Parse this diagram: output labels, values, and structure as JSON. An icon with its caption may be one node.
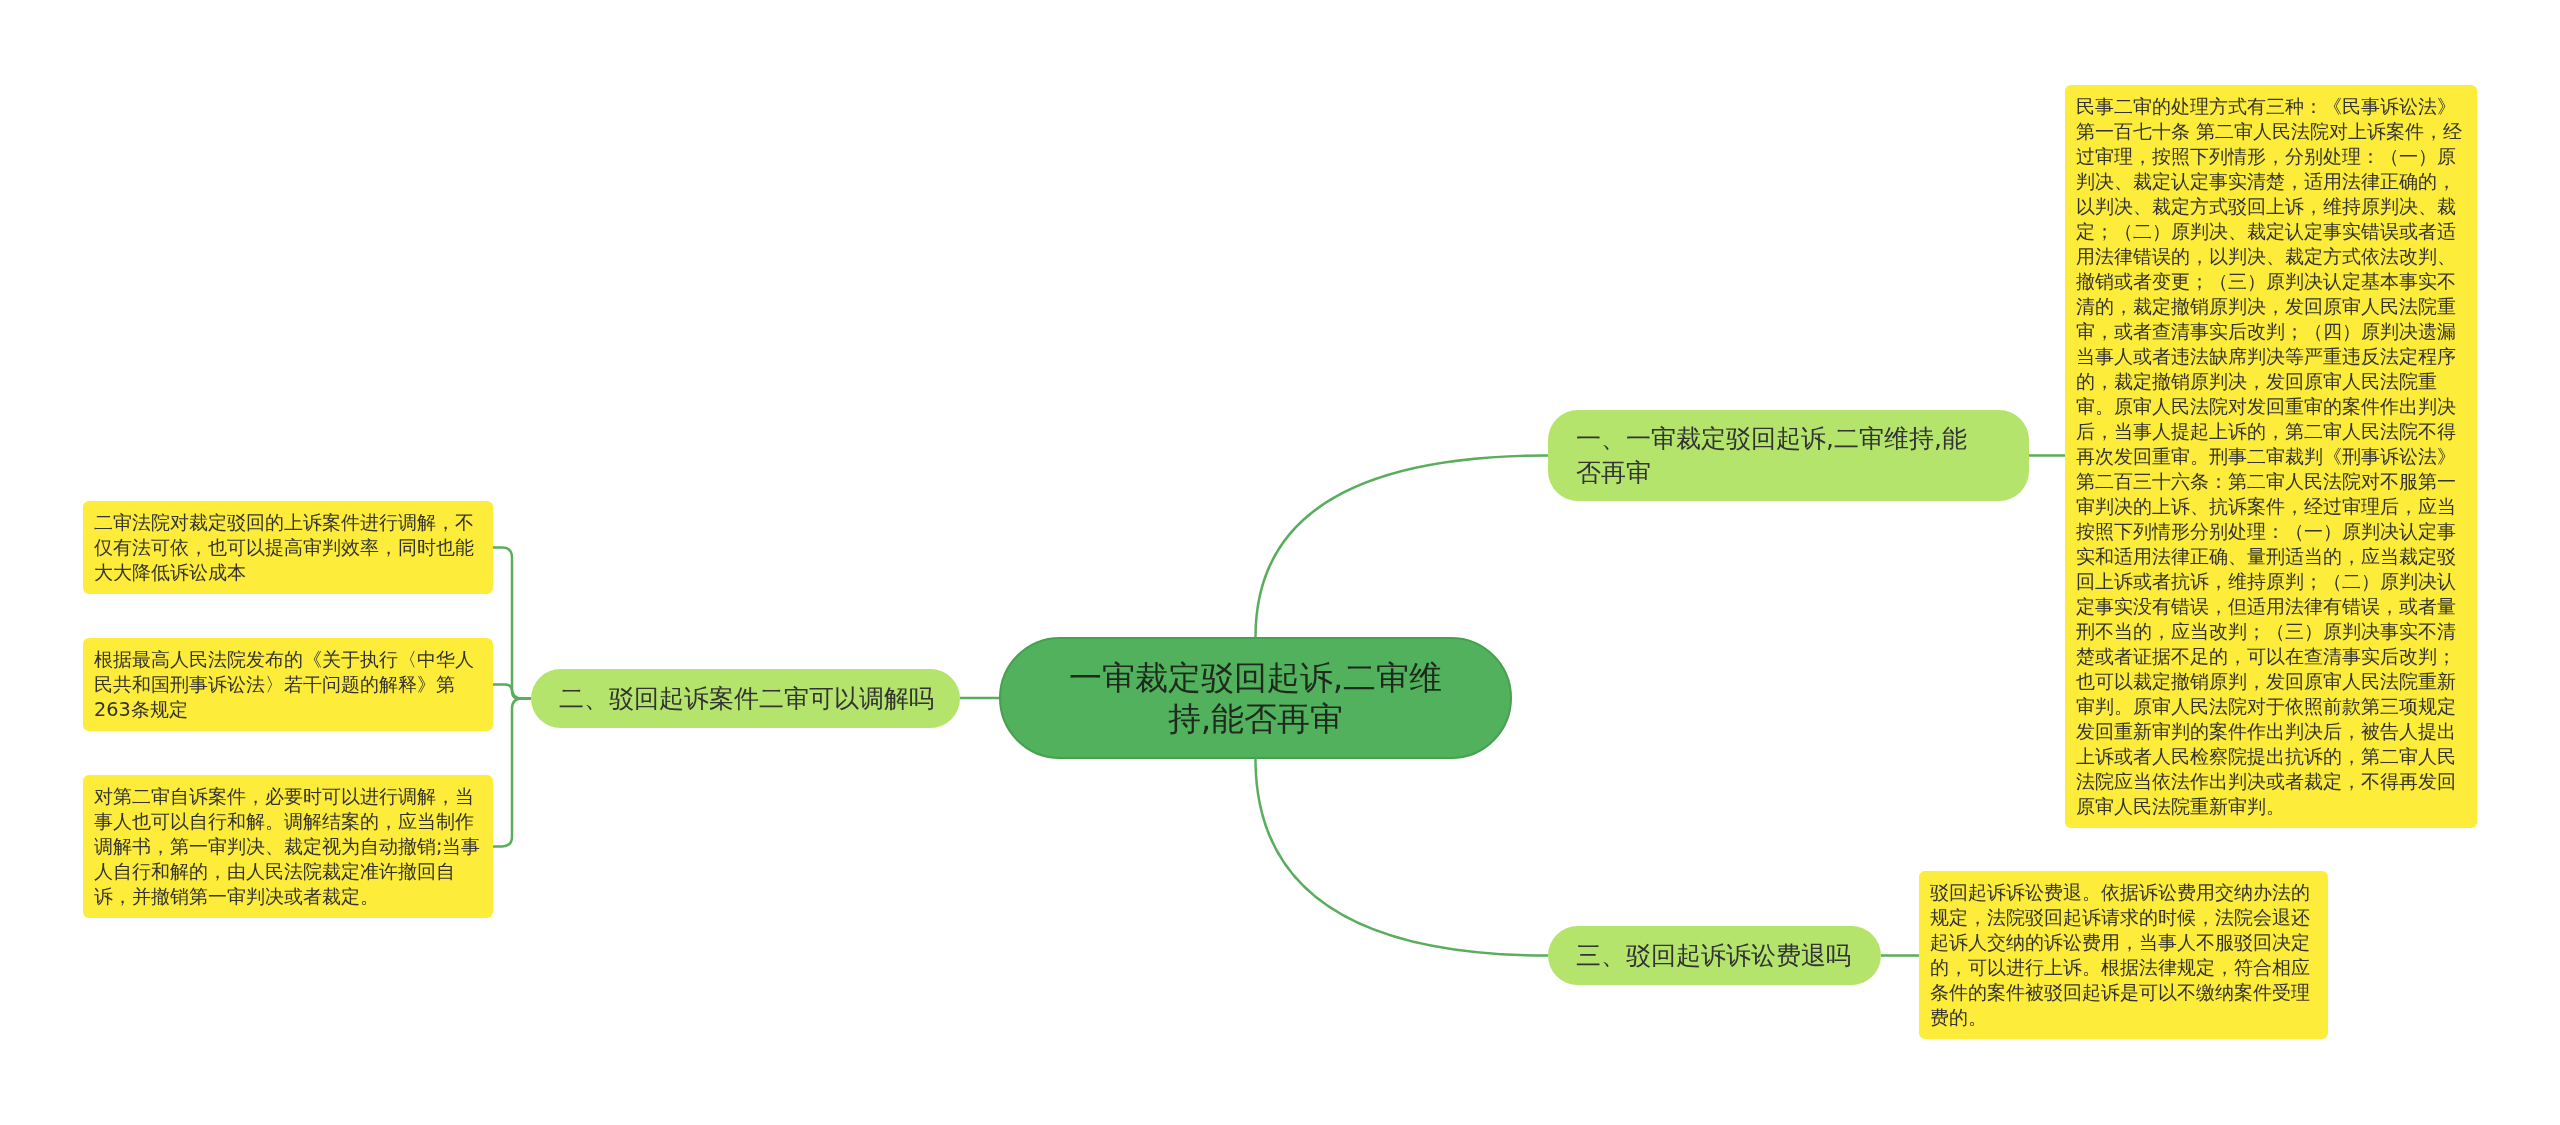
{
  "diagram": {
    "nodes": [
      {
        "text": [
          "一审裁定驳回起诉,二审维持,能否再审"
        ]
      },
      {
        "text": [
          "一、一审裁定驳回起诉,二审维持,能否再审"
        ]
      },
      {
        "text": [
          "民事二审的处理方式有三种：《民事诉讼法》第一百七十条 第二审人民法院对上诉案件，经过审理，按照下列情形，分别处理：（一）原判决、裁定认定事实清楚，适用法律正确的，以判决、裁定方式驳回上诉，维持原判决、裁定；（二）原判决、裁定认定事实错误或者适用法律错误的，以判决、裁定方式依法改判、撤销或者变更；（三）原判决认定基本事实不清的，裁定撤销原判决，发回原审人民法院重审，或者查清事实后改判；（四）原判决遗漏当事人或者违法缺席判决等严重违反法定程序的，裁定撤销原判决，发回原审人民法院重审。原审人民法院对发回重审的案件作出判决后，当事人提起上诉的，第二审人民法院不得再次发回重审。刑事二审裁判《刑事诉讼法》第二百三十六条：第二审人民法院对不服第一审判决的上诉、抗诉案件，经过审理后，应当按照下列情形分别处理：（一）原判决认定事实和适用法律正确、量刑适当的，应当裁定驳回上诉或者抗诉，维持原判；（二）原判决认定事实没有错误，但适用法律有错误，或者量刑不当的，应当改判；（三）原判决事实不清楚或者证据不足的，可以在查清事实后改判；也可以裁定撤销原判，发回原审人民法院重新审判。原审人民法院对于依照前款第三项规定发回重新审判的案件作出判决后，被告人提出上诉或者人民检察院提出抗诉的，第二审人民法院应当依法作出判决或者裁定，不得再发回原审人民法院重新审判。"
        ]
      },
      {
        "text": [
          "二、驳回起诉案件二审可以调解吗"
        ]
      },
      {
        "text": [
          "二审法院对裁定驳回的上诉案件进行调解，不仅有法可依，也可以提高审判效率，同时也能大大降低诉讼成本"
        ]
      },
      {
        "text": [
          "根据最高人民法院发布的《关于执行〈中华人民共和国刑事诉讼法〉若干问题的解释》第263条规定"
        ]
      },
      {
        "text": [
          "对第二审自诉案件，必要时可以进行调解，当事人也可以自行和解。调解结案的，应当制作调解书，第一审判决、裁定视为自动撤销;当事人自行和解的，由人民法院裁定准许撤回自诉，并撤销第一审判决或者裁定。"
        ]
      },
      {
        "text": [
          "三、驳回起诉诉讼费退吗"
        ]
      },
      {
        "text": [
          "驳回起诉诉讼费退。依据诉讼费用交纳办法的规定，法院驳回起诉请求的时候，法院会退还起诉人交纳的诉讼费用，当事人不服驳回决定的，可以进行上诉。根据法律规定，符合相应条件的案件被驳回起诉是可以不缴纳案件受理费的。"
        ]
      }
    ],
    "edges": [
      {
        "from": 0,
        "to": 1,
        "arrow": "none"
      },
      {
        "from": 1,
        "to": 2,
        "arrow": "none"
      },
      {
        "from": 0,
        "to": 3,
        "arrow": "none"
      },
      {
        "from": 3,
        "to": 4,
        "arrow": "none"
      },
      {
        "from": 3,
        "to": 5,
        "arrow": "none"
      },
      {
        "from": 3,
        "to": 6,
        "arrow": "none"
      },
      {
        "from": 0,
        "to": 7,
        "arrow": "none"
      },
      {
        "from": 7,
        "to": 8,
        "arrow": "none"
      }
    ]
  }
}
